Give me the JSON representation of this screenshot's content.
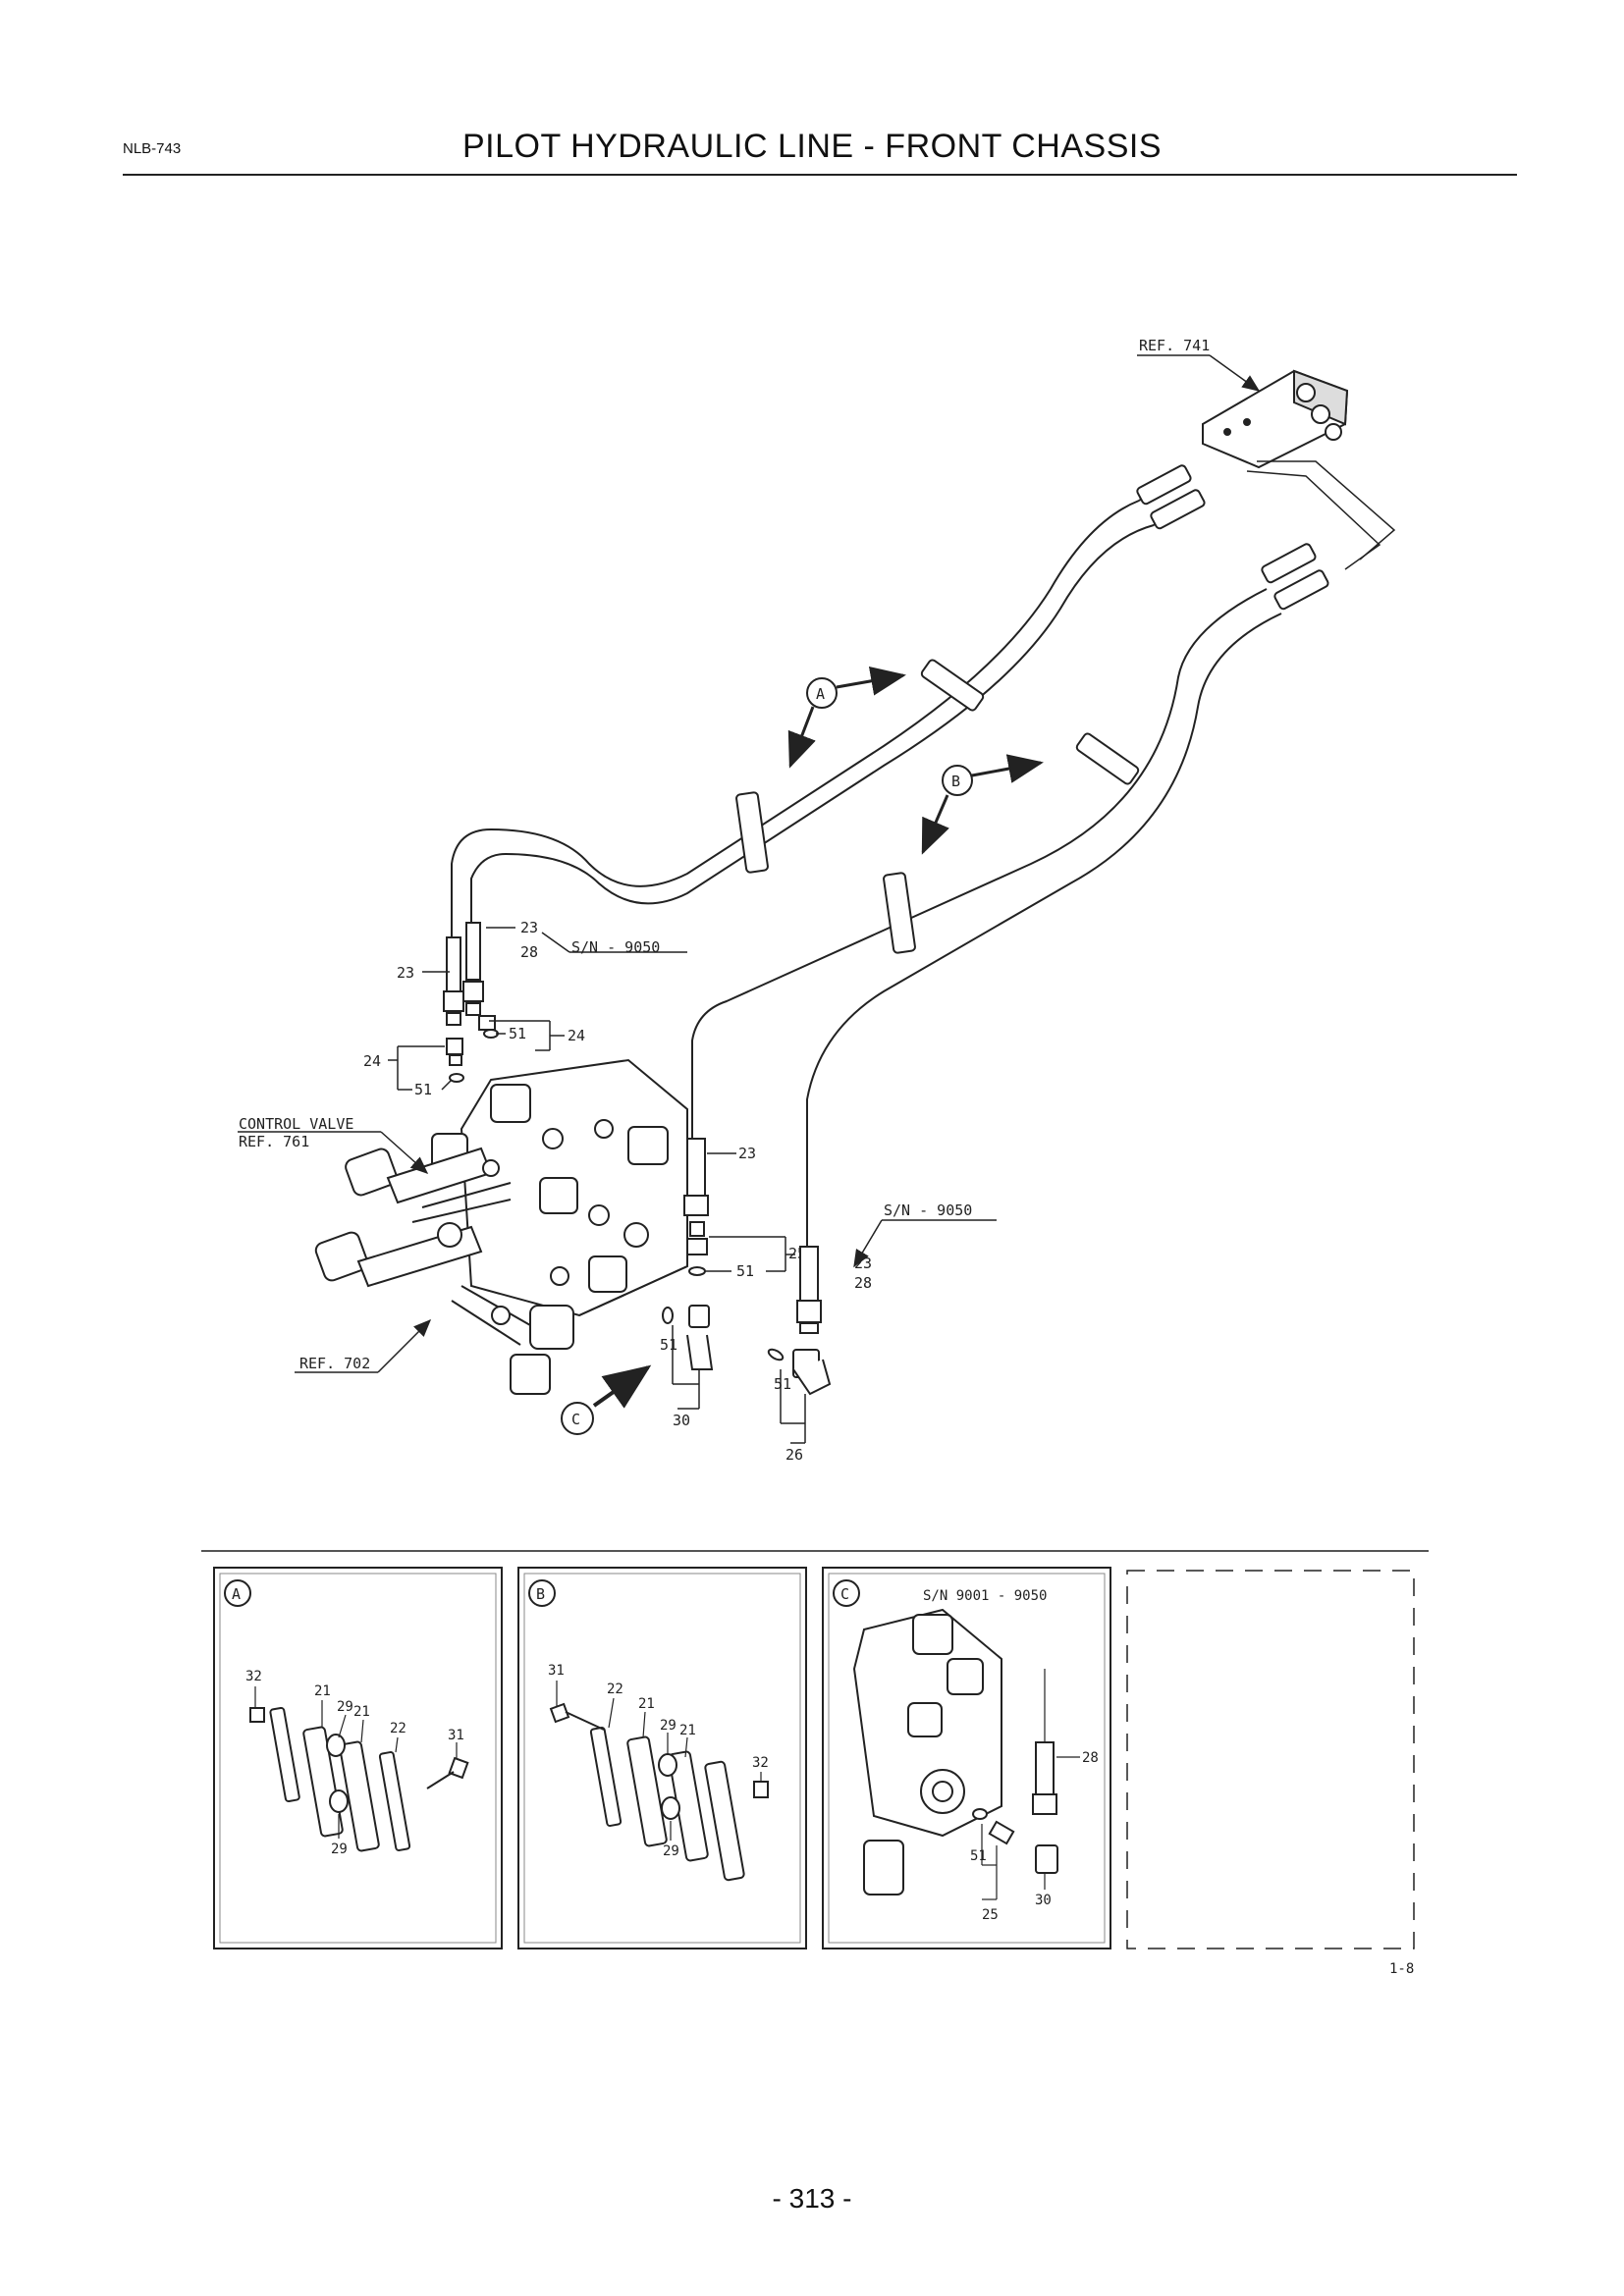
{
  "header": {
    "code": "NLB-743",
    "title": "PILOT HYDRAULIC LINE - FRONT CHASSIS"
  },
  "main_diagram": {
    "ref_741": "REF. 741",
    "ref_761_a": "CONTROL VALVE",
    "ref_761_b": "REF. 761",
    "ref_702": "REF. 702",
    "sn_1": "S/N - 9050",
    "sn_2": "S/N - 9050",
    "view_a": "A",
    "view_b": "B",
    "view_c": "C",
    "callouts": {
      "c23_top": "23",
      "c28_top": "28",
      "c23_left": "23",
      "c24_left": "24",
      "c24_right": "24",
      "c51_left": "51",
      "c51_right": "51",
      "c23_mid": "23",
      "c25": "25",
      "c51_mid": "51",
      "c23_right": "23",
      "c28_right": "28",
      "c51_low": "51",
      "c30": "30",
      "c51_low2": "51",
      "c26": "26"
    }
  },
  "detail_a": {
    "letter": "A",
    "labels": [
      "32",
      "21",
      "29",
      "21",
      "22",
      "31",
      "29"
    ]
  },
  "detail_b": {
    "letter": "B",
    "labels": [
      "31",
      "22",
      "21",
      "29",
      "21",
      "32",
      "29"
    ]
  },
  "detail_c": {
    "letter": "C",
    "sn": "S/N 9001 - 9050",
    "labels": [
      "28",
      "51",
      "30",
      "25"
    ]
  },
  "sheet_ref": "1-8",
  "page_number": "- 313 -"
}
